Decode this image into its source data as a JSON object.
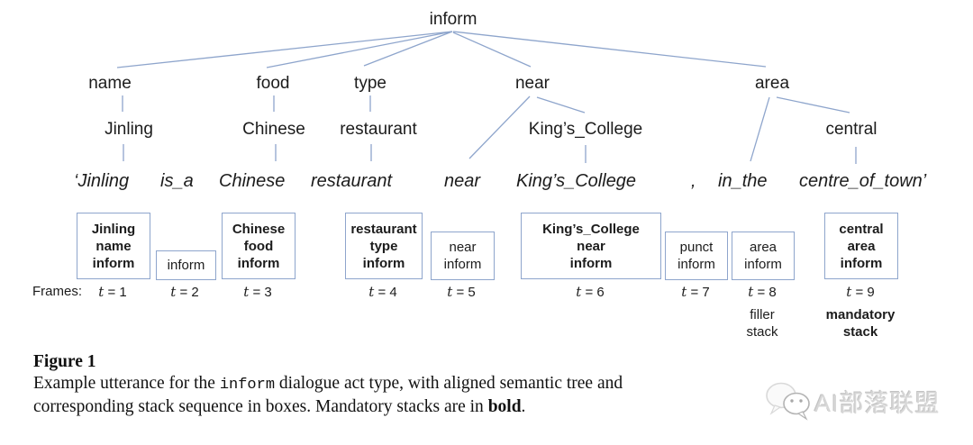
{
  "colors": {
    "accent": "#8ea5cc",
    "text": "#1c1c1c",
    "watermark_gray": "#d7d7d7"
  },
  "tree": {
    "root": "inform",
    "level1": [
      "name",
      "food",
      "type",
      "near",
      "area"
    ],
    "level2": [
      "Jinling",
      "Chinese",
      "restaurant",
      "King’s_College",
      "central"
    ],
    "sentence": [
      "‘Jinling",
      "is_a",
      "Chinese",
      "restaurant",
      "near",
      "King’s_College",
      ",",
      "in_the",
      "centre_of_town’"
    ]
  },
  "frames": {
    "label": "Frames:",
    "stacks": [
      {
        "lines": [
          "Jinling",
          "name",
          "inform"
        ],
        "bold": true,
        "t_var": "t",
        "t_rest": " = 1"
      },
      {
        "lines": [
          "inform"
        ],
        "bold": false,
        "t_var": "t",
        "t_rest": " = 2"
      },
      {
        "lines": [
          "Chinese",
          "food",
          "inform"
        ],
        "bold": true,
        "t_var": "t",
        "t_rest": " = 3"
      },
      {
        "lines": [
          "restaurant",
          "type",
          "inform"
        ],
        "bold": true,
        "t_var": "t",
        "t_rest": " = 4"
      },
      {
        "lines": [
          "near",
          "inform"
        ],
        "bold": false,
        "t_var": "t",
        "t_rest": " = 5"
      },
      {
        "lines": [
          "King’s_College",
          "near",
          "inform"
        ],
        "bold": true,
        "t_var": "t",
        "t_rest": " = 6"
      },
      {
        "lines": [
          "punct",
          "inform"
        ],
        "bold": false,
        "t_var": "t",
        "t_rest": " = 7"
      },
      {
        "lines": [
          "area",
          "inform"
        ],
        "bold": false,
        "t_var": "t",
        "t_rest": " = 8"
      },
      {
        "lines": [
          "central",
          "area",
          "inform"
        ],
        "bold": true,
        "t_var": "t",
        "t_rest": " = 9"
      }
    ],
    "notes": [
      {
        "lines": [
          "filler",
          "stack"
        ],
        "bold": false
      },
      {
        "lines": [
          "mandatory",
          "stack"
        ],
        "bold": true
      }
    ]
  },
  "caption": {
    "title": "Figure 1",
    "line1_pre": "Example utterance for the ",
    "line1_code": "inform",
    "line1_post": " dialogue act type, with aligned semantic tree and",
    "line2_pre": "corresponding stack sequence in boxes. Mandatory stacks are in ",
    "line2_bold": "bold",
    "line2_post": "."
  },
  "watermark": {
    "text": "AI部落联盟"
  }
}
